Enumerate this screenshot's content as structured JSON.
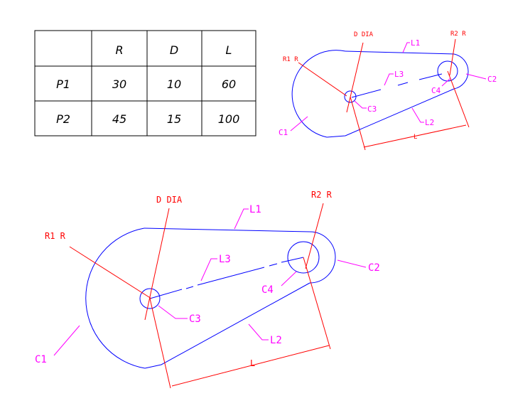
{
  "colors": {
    "geometry": "#0000ff",
    "dimension": "#ff0000",
    "label": "#ff00ff",
    "table_line": "#000000",
    "text": "#000000"
  },
  "table": {
    "headers": [
      "",
      "R",
      "D",
      "L"
    ],
    "rows": [
      {
        "name": "P1",
        "R": "30",
        "D": "10",
        "L": "60"
      },
      {
        "name": "P2",
        "R": "45",
        "D": "15",
        "L": "100"
      }
    ]
  },
  "drawing": {
    "dimension_labels": {
      "d_dia": "D DIA",
      "r1": "R1 R",
      "r2": "R2 R",
      "length": "L"
    },
    "entity_labels": {
      "l1": "L1",
      "l2": "L2",
      "l3": "L3",
      "c1": "C1",
      "c2": "C2",
      "c3": "C3",
      "c4": "C4"
    }
  }
}
